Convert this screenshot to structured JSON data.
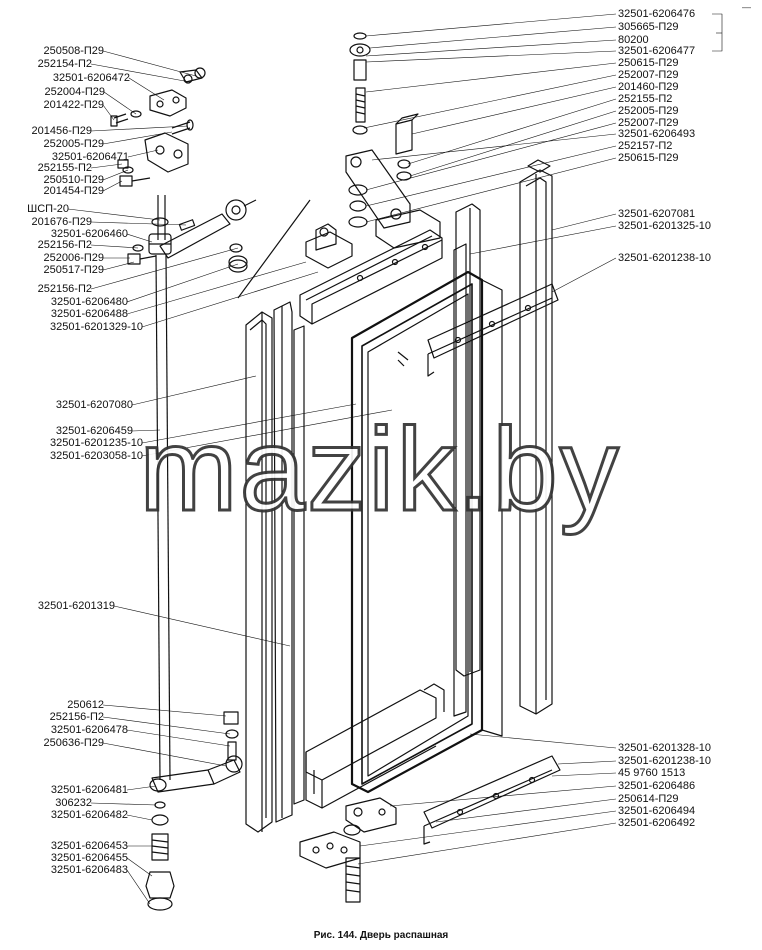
{
  "figure": {
    "caption": "Рис. 144. Дверь распашная",
    "watermark": "mazik.by",
    "corner_mark": "—"
  },
  "left_labels": [
    "250508-П29",
    "252154-П2",
    "32501-6206472",
    "252004-П29",
    "201422-П29",
    "201456-П29",
    "252005-П29",
    "32501-6206471",
    "252155-П2",
    "250510-П29",
    "201454-П29",
    "ШСП-20",
    "201676-П29",
    "32501-6206460",
    "252156-П2",
    "252006-П29",
    "250517-П29",
    "252156-П2",
    "32501-6206480",
    "32501-6206488",
    "32501-6201329-10",
    "32501-6207080",
    "32501-6206459",
    "32501-6201235-10",
    "32501-6203058-10",
    "32501-6201319",
    "250612",
    "252156-П2",
    "32501-6206478",
    "250636-П29",
    "32501-6206481",
    "306232",
    "32501-6206482",
    "32501-6206453",
    "32501-6206455",
    "32501-6206483"
  ],
  "right_labels": [
    "32501-6206476",
    "305665-П29",
    "80200",
    "32501-6206477",
    "250615-П29",
    "252007-П29",
    "201460-П29",
    "252155-П2",
    "252005-П29",
    "252007-П29",
    "32501-6206493",
    "252157-П2",
    "250615-П29",
    "32501-6207081",
    "32501-6201325-10",
    "32501-6201238-10",
    "32501-6201328-10",
    "32501-6201238-10",
    "45 9760 1513",
    "32501-6206486",
    "250614-П29",
    "32501-6206494",
    "32501-6206492"
  ]
}
